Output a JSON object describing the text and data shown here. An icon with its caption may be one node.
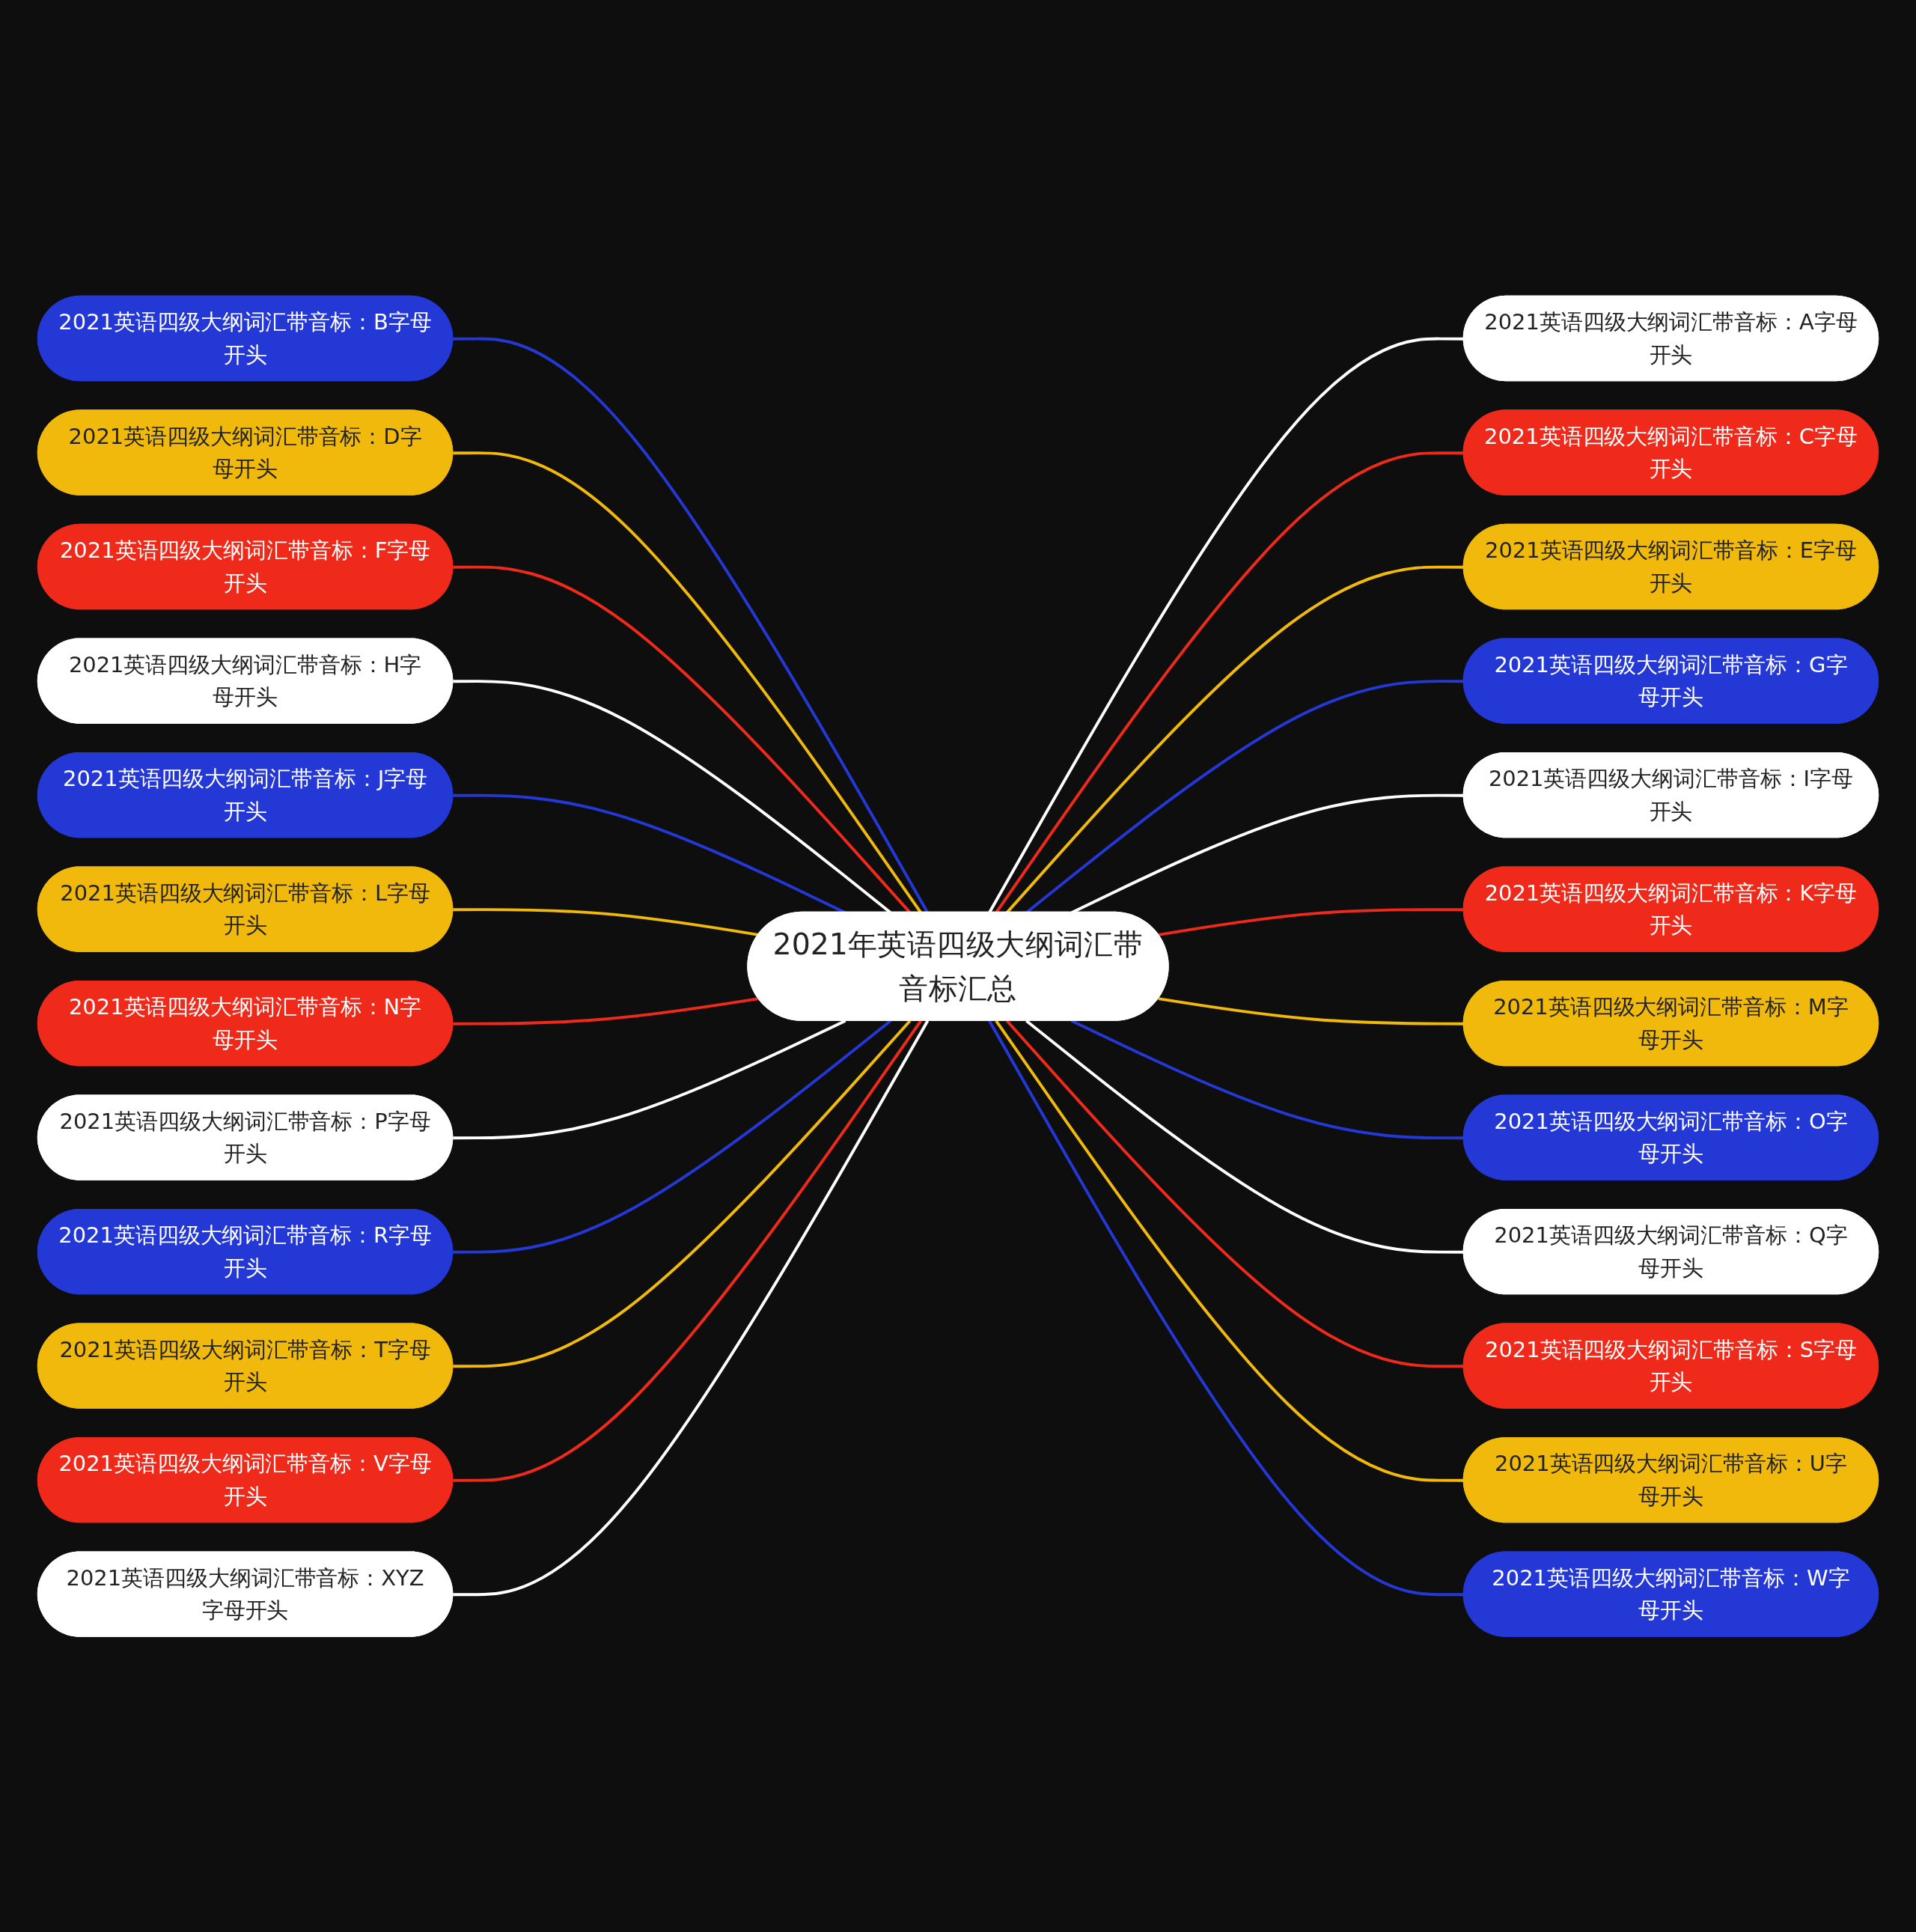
{
  "diagram": {
    "nodes": [
      {
        "text": [
          "2021年英语四级大纲词汇带音标汇总"
        ]
      },
      {
        "text": [
          "2021英语四级大纲词汇带音标：A字母开头"
        ]
      },
      {
        "text": [
          "2021英语四级大纲词汇带音标：B字母开头"
        ]
      },
      {
        "text": [
          "2021英语四级大纲词汇带音标：C字母开头"
        ]
      },
      {
        "text": [
          "2021英语四级大纲词汇带音标：D字母开头"
        ]
      },
      {
        "text": [
          "2021英语四级大纲词汇带音标：E字母开头"
        ]
      },
      {
        "text": [
          "2021英语四级大纲词汇带音标：F字母开头"
        ]
      },
      {
        "text": [
          "2021英语四级大纲词汇带音标：G字母开头"
        ]
      },
      {
        "text": [
          "2021英语四级大纲词汇带音标：H字母开头"
        ]
      },
      {
        "text": [
          "2021英语四级大纲词汇带音标：I字母开头"
        ]
      },
      {
        "text": [
          "2021英语四级大纲词汇带音标：J字母开头"
        ]
      },
      {
        "text": [
          "2021英语四级大纲词汇带音标：K字母开头"
        ]
      },
      {
        "text": [
          "2021英语四级大纲词汇带音标：L字母开头"
        ]
      },
      {
        "text": [
          "2021英语四级大纲词汇带音标：M字母开头"
        ]
      },
      {
        "text": [
          "2021英语四级大纲词汇带音标：N字母开头"
        ]
      },
      {
        "text": [
          "2021英语四级大纲词汇带音标：O字母开头"
        ]
      },
      {
        "text": [
          "2021英语四级大纲词汇带音标：P字母开头"
        ]
      },
      {
        "text": [
          "2021英语四级大纲词汇带音标：Q字母开头"
        ]
      },
      {
        "text": [
          "2021英语四级大纲词汇带音标：R字母开头"
        ]
      },
      {
        "text": [
          "2021英语四级大纲词汇带音标：S字母开头"
        ]
      },
      {
        "text": [
          "2021英语四级大纲词汇带音标：T字母开头"
        ]
      },
      {
        "text": [
          "2021英语四级大纲词汇带音标：U字母开头"
        ]
      },
      {
        "text": [
          "2021英语四级大纲词汇带音标：V字母开头"
        ]
      },
      {
        "text": [
          "2021英语四级大纲词汇带音标：W字母开头"
        ]
      },
      {
        "text": [
          "2021英语四级大纲词汇带音标：XYZ字母开头"
        ]
      }
    ],
    "edges": [
      {
        "from": 0,
        "to": 1,
        "arrow": "none",
        "color": "#ffffff"
      },
      {
        "from": 2,
        "to": 0,
        "arrow": "none",
        "color": "#2438d6"
      },
      {
        "from": 0,
        "to": 3,
        "arrow": "none",
        "color": "#f02a1a"
      },
      {
        "from": 4,
        "to": 0,
        "arrow": "none",
        "color": "#f0b90b"
      },
      {
        "from": 0,
        "to": 5,
        "arrow": "none",
        "color": "#f0b90b"
      },
      {
        "from": 6,
        "to": 0,
        "arrow": "none",
        "color": "#f02a1a"
      },
      {
        "from": 0,
        "to": 7,
        "arrow": "none",
        "color": "#2438d6"
      },
      {
        "from": 8,
        "to": 0,
        "arrow": "none",
        "color": "#ffffff"
      },
      {
        "from": 0,
        "to": 9,
        "arrow": "none",
        "color": "#ffffff"
      },
      {
        "from": 10,
        "to": 0,
        "arrow": "none",
        "color": "#2438d6"
      },
      {
        "from": 0,
        "to": 11,
        "arrow": "none",
        "color": "#f02a1a"
      },
      {
        "from": 12,
        "to": 0,
        "arrow": "none",
        "color": "#f0b90b"
      },
      {
        "from": 0,
        "to": 13,
        "arrow": "none",
        "color": "#f0b90b"
      },
      {
        "from": 14,
        "to": 0,
        "arrow": "none",
        "color": "#f02a1a"
      },
      {
        "from": 0,
        "to": 15,
        "arrow": "none",
        "color": "#2438d6"
      },
      {
        "from": 16,
        "to": 0,
        "arrow": "none",
        "color": "#ffffff"
      },
      {
        "from": 0,
        "to": 17,
        "arrow": "none",
        "color": "#ffffff"
      },
      {
        "from": 18,
        "to": 0,
        "arrow": "none",
        "color": "#2438d6"
      },
      {
        "from": 0,
        "to": 19,
        "arrow": "none",
        "color": "#f02a1a"
      },
      {
        "from": 20,
        "to": 0,
        "arrow": "none",
        "color": "#f0b90b"
      },
      {
        "from": 0,
        "to": 21,
        "arrow": "none",
        "color": "#f0b90b"
      },
      {
        "from": 22,
        "to": 0,
        "arrow": "none",
        "color": "#f02a1a"
      },
      {
        "from": 0,
        "to": 23,
        "arrow": "none",
        "color": "#2438d6"
      },
      {
        "from": 24,
        "to": 0,
        "arrow": "none",
        "color": "#ffffff"
      }
    ]
  }
}
